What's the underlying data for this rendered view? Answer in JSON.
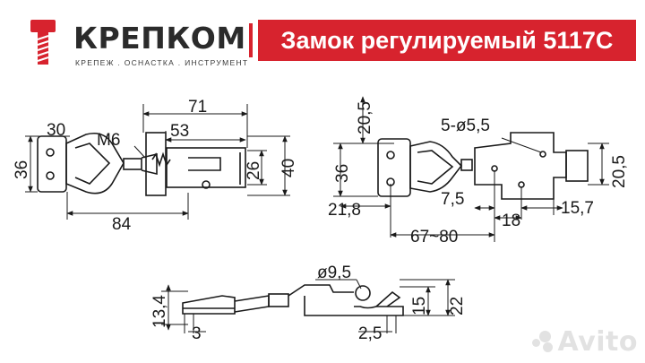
{
  "header": {
    "brand_name": "КРЕПКОМ",
    "tagline": "КРЕПЕЖ . ОСНАСТКА . ИНСТРУМЕНТ",
    "title": "Замок регулируемый 5117С",
    "accent_color": "#d7232e",
    "logo_icon": "bolt-icon"
  },
  "drawing_top": {
    "dim_71": "71",
    "dim_53": "53",
    "dim_30": "30",
    "dim_m6": "M6",
    "dim_36": "36",
    "dim_26": "26",
    "dim_40": "40",
    "dim_84": "84"
  },
  "drawing_right": {
    "dim_20_5_left": "20,5",
    "dim_36": "36",
    "dim_5_holes": "5-ø5,5",
    "dim_20_5_right": "20,5",
    "dim_21_8": "21,8",
    "dim_7_5": "7,5",
    "dim_15_7": "15,7",
    "dim_18": "18",
    "dim_67_80": "67~80"
  },
  "drawing_side": {
    "dim_13_4": "13,4",
    "dim_3": "3",
    "dim_9_5": "ø9,5",
    "dim_15": "15",
    "dim_22": "22",
    "dim_2_5": "2,5"
  },
  "watermark": {
    "text": "Avito"
  }
}
